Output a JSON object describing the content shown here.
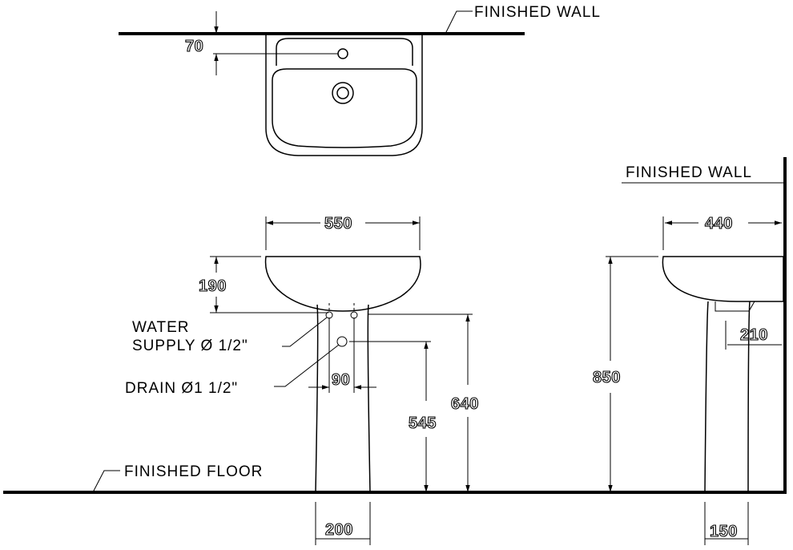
{
  "labels": {
    "finished_wall_top": "FINISHED  WALL",
    "finished_wall_side": "FINISHED  WALL",
    "finished_floor": "FINISHED  FLOOR",
    "water_supply_1": "WATER",
    "water_supply_2": "SUPPLY  Ø 1/2\"",
    "drain": "DRAIN  Ø1  1/2\""
  },
  "dimensions": {
    "d70": "70",
    "d550": "550",
    "d190": "190",
    "d90": "90",
    "d545": "545",
    "d640": "640",
    "d200": "200",
    "d440": "440",
    "d210": "210",
    "d850": "850",
    "d150": "150"
  }
}
